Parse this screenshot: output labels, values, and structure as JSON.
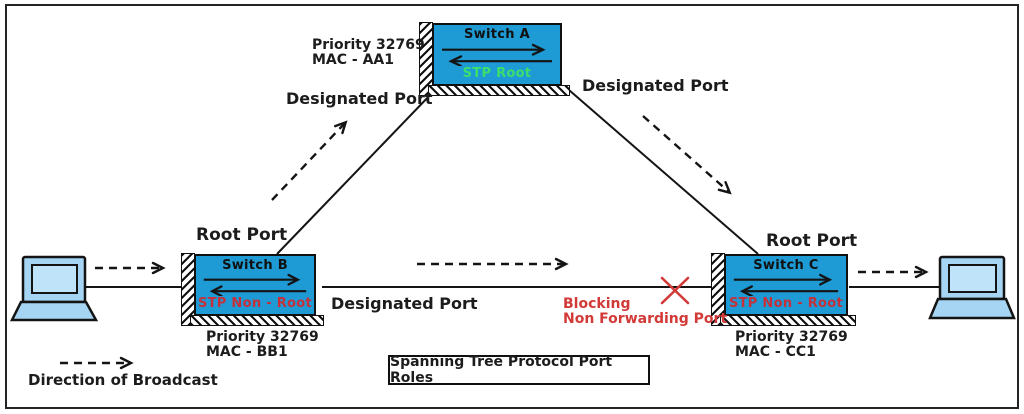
{
  "title_box": {
    "label": "Spanning Tree Protocol Port Roles"
  },
  "legend": {
    "label": "Direction of Broadcast"
  },
  "switches": [
    {
      "name": "Switch A",
      "role": "STP Root",
      "priority": "Priority 32769",
      "mac": "MAC - AA1"
    },
    {
      "name": "Switch B",
      "role": "STP Non - Root",
      "priority": "Priority 32769",
      "mac": "MAC - BB1"
    },
    {
      "name": "Switch C",
      "role": "STP Non - Root",
      "priority": "Priority 32769",
      "mac": "MAC - CC1"
    }
  ],
  "port_labels": {
    "designated": "Designated Port",
    "root": "Root Port",
    "blocking_line1": "Blocking",
    "blocking_line2": "Non Forwarding Port"
  },
  "icons": {
    "left_device": "laptop-icon",
    "right_device": "laptop-icon",
    "blocked_link": "red-x-icon"
  },
  "colors": {
    "switch_fill": "#1e9ad4",
    "stp_root_green": "#3cdf6a",
    "stp_nonroot_red": "#c5303a",
    "blocking_red": "#d23a38",
    "laptop_fill": "#a5d5f2",
    "laptop_screen_fill": "#bfe3f8",
    "line_black": "#141414"
  }
}
